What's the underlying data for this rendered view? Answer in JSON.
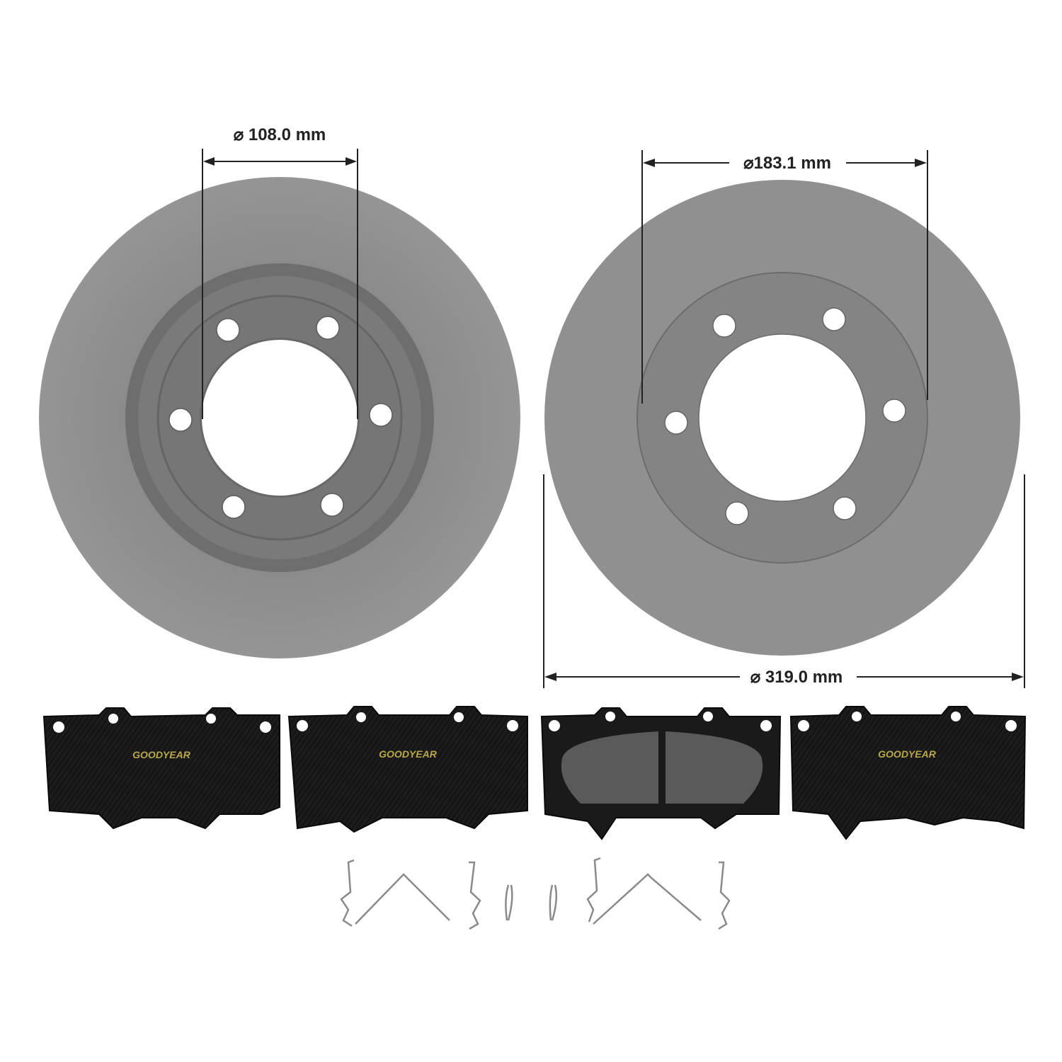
{
  "dimensions": {
    "hub_bore": "⌀ 108.0 mm",
    "hat_diameter": "⌀183.1 mm",
    "rotor_diameter": "⌀ 319.0 mm"
  },
  "pads": {
    "brand_logo": "GOODYEAR",
    "count": 4
  },
  "colors": {
    "rotor": "#8f8f8f",
    "pad": "#141414",
    "logo": "#b9a84a",
    "friction": "#5a5a5a"
  }
}
